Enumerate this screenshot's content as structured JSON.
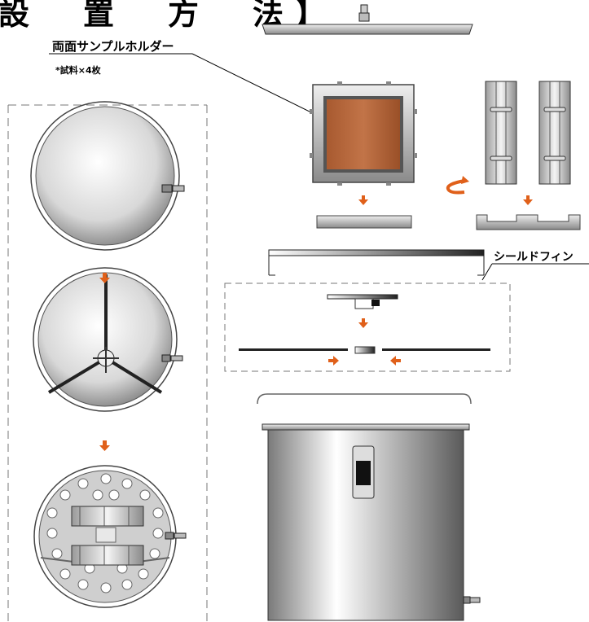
{
  "title": "設　置　方　法】",
  "labels": {
    "holder": "両面サンプルホルダー",
    "holder_note": "*試料×4枚",
    "shield": "シールドフィン"
  },
  "colors": {
    "arrow": "#e0601a",
    "sample": "#b8653a",
    "outline": "#333333"
  }
}
